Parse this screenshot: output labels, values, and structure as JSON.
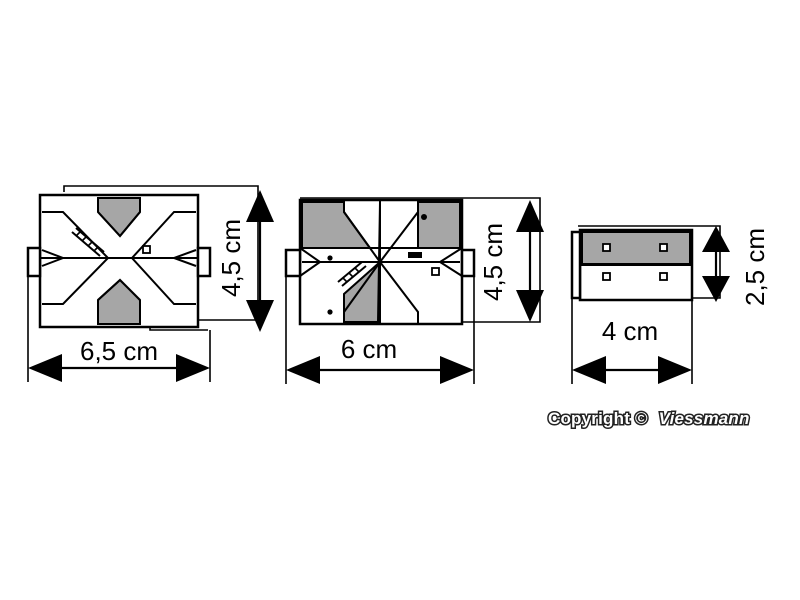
{
  "buildings": [
    {
      "width_label": "6,5 cm",
      "height_label": "4,5 cm"
    },
    {
      "width_label": "6 cm",
      "height_label": "4,5 cm"
    },
    {
      "width_label": "4 cm",
      "height_label": "2,5 cm"
    }
  ],
  "copyright": {
    "prefix": "Copyright ©",
    "brand": "Viessmann"
  },
  "colors": {
    "roof_gray": "#a6a6a6",
    "line": "#000000"
  }
}
